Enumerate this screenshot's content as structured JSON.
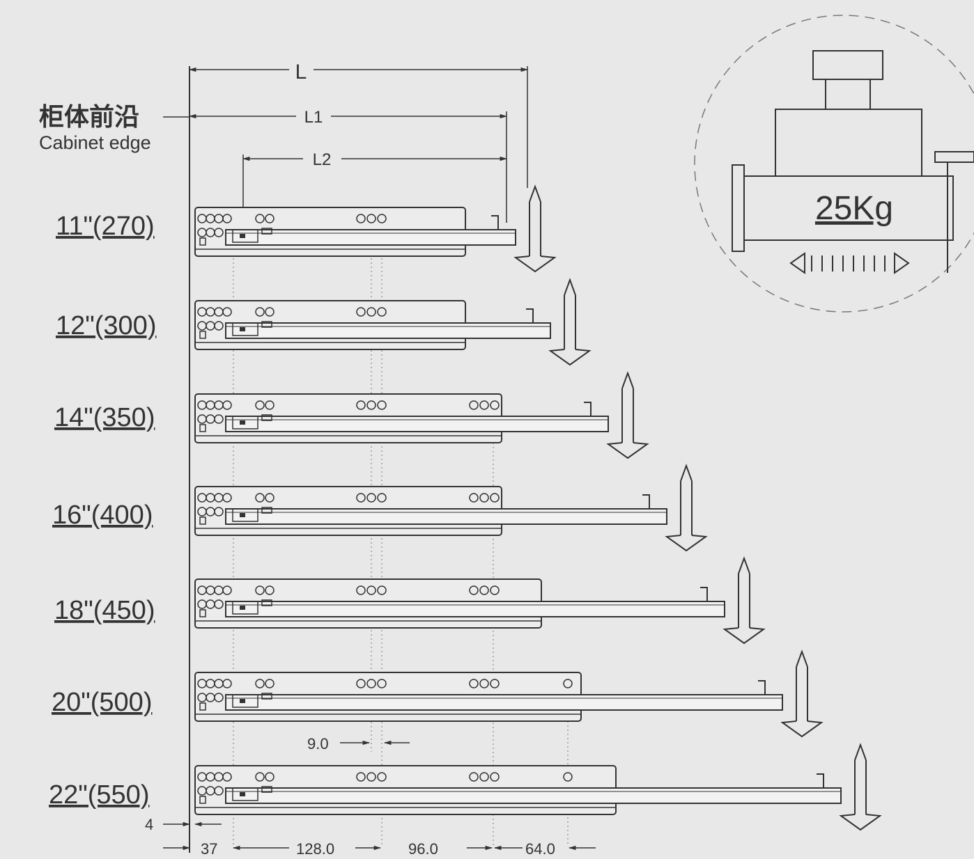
{
  "edge_label": {
    "cn": "柜体前沿",
    "en": "Cabinet edge"
  },
  "dims": {
    "L": "L",
    "L1": "L1",
    "L2": "L2"
  },
  "sizes": [
    {
      "label": "11\"(270)"
    },
    {
      "label": "12\"(300)"
    },
    {
      "label": "14\"(350)"
    },
    {
      "label": "16\"(400)"
    },
    {
      "label": "18\"(450)"
    },
    {
      "label": "20\"(500)"
    },
    {
      "label": "22\"(550)"
    }
  ],
  "bottom_dims": {
    "d4": "4",
    "d37": "37",
    "d128": "128.0",
    "d96": "96.0",
    "d64": "64.0",
    "d9": "9.0"
  },
  "load": {
    "value": "25Kg"
  }
}
